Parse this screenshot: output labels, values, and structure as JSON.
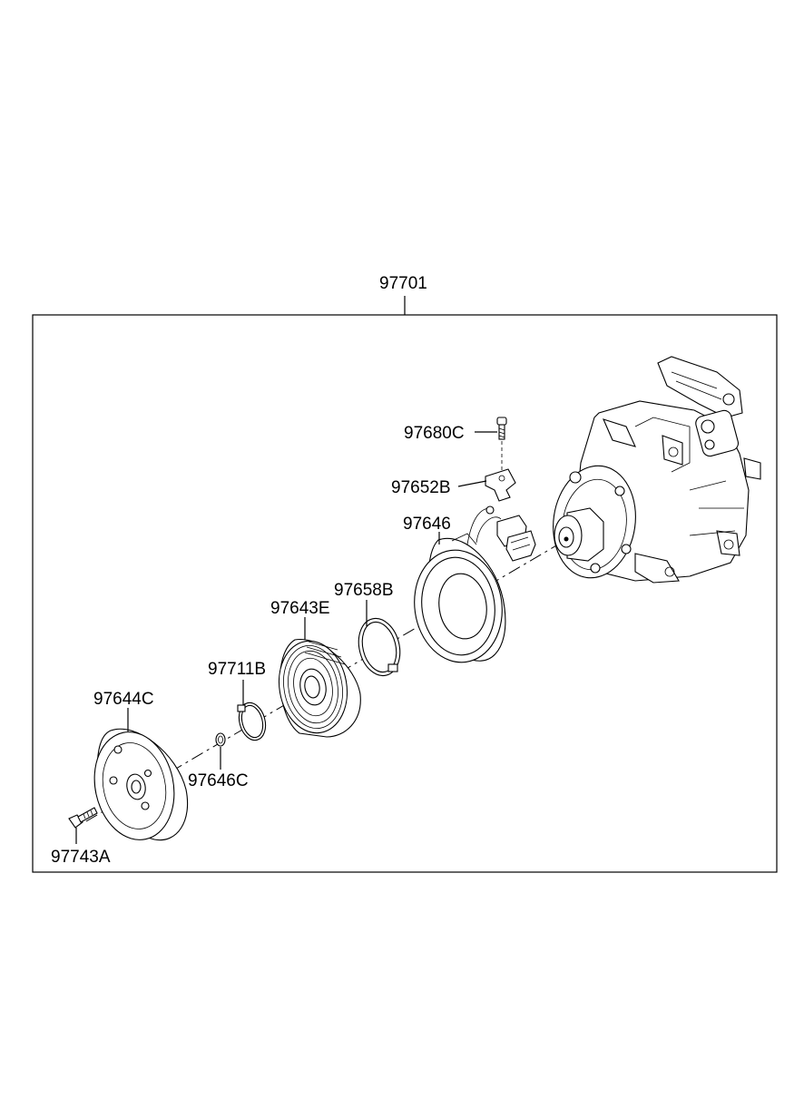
{
  "assembly": {
    "part_number": "97701"
  },
  "parts": [
    {
      "id": "comp-bolt",
      "part_number": "97680C"
    },
    {
      "id": "bracket",
      "part_number": "97652B"
    },
    {
      "id": "field-coil",
      "part_number": "97646"
    },
    {
      "id": "snap-ring-coil",
      "part_number": "97658B"
    },
    {
      "id": "pulley",
      "part_number": "97643E"
    },
    {
      "id": "snap-ring-pulley",
      "part_number": "97711B"
    },
    {
      "id": "pressure-plate",
      "part_number": "97644C"
    },
    {
      "id": "shim",
      "part_number": "97646C"
    },
    {
      "id": "hub-bolt",
      "part_number": "97743A"
    }
  ]
}
